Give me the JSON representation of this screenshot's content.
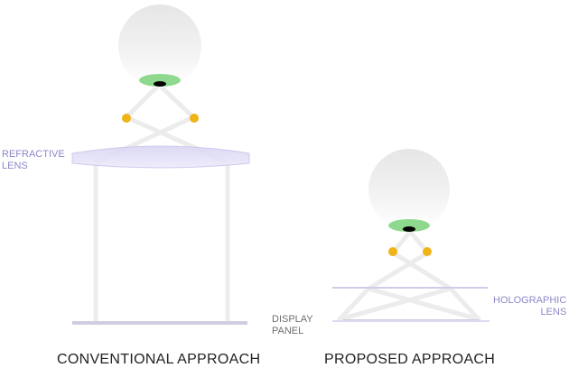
{
  "colors": {
    "lens_fill": "#e3e1f7",
    "lens_edge": "#c7c3ea",
    "pupil_ring": "#8fd98f",
    "pupil": "#000000",
    "light_point": "#f0b418",
    "panel": "#cfcde0",
    "beam": "#ededed",
    "label_purple": "#8c88c8"
  },
  "labels": {
    "refractive_lens_line1": "REFRACTIVE",
    "refractive_lens_line2": "LENS",
    "display_panel_line1": "DISPLAY",
    "display_panel_line2": "PANEL",
    "holographic_lens_line1": "HOLOGRAPHIC",
    "holographic_lens_line2": "LENS"
  },
  "captions": {
    "conventional": "CONVENTIONAL APPROACH",
    "proposed": "PROPOSED APPROACH"
  }
}
